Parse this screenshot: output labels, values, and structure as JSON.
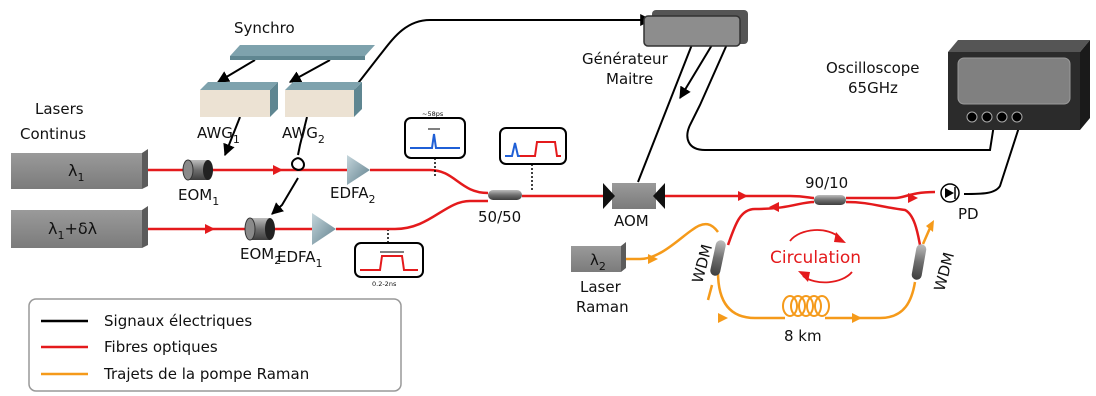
{
  "labels": {
    "synchro": "Synchro",
    "awg1": "AWG",
    "awg1_sub": "1",
    "awg2": "AWG",
    "awg2_sub": "2",
    "generateur_line1": "Générateur",
    "generateur_line2": "Maitre",
    "oscilloscope_line1": "Oscilloscope",
    "oscilloscope_line2": "65GHz",
    "lasers_line1": "Lasers",
    "lasers_line2": "Continus",
    "laser1": "λ",
    "laser1_sub": "1",
    "laser2_a": "λ",
    "laser2_sub": "1",
    "laser2_b": "+δλ",
    "eom1": "EOM",
    "eom1_sub": "1",
    "eom2": "EOM",
    "eom2_sub": "2",
    "edfa1": "EDFA",
    "edfa1_sub": "1",
    "edfa2": "EDFA",
    "edfa2_sub": "2",
    "pulse_width_top": "~58ps",
    "pulse_width_bottom": "0.2-2ns",
    "coupler_50": "50/50",
    "aom": "AOM",
    "coupler_90": "90/10",
    "pd": "PD",
    "laser_raman_box": "λ",
    "laser_raman_box_sub": "2",
    "laser_raman_line1": "Laser",
    "laser_raman_line2": "Raman",
    "wdm_left": "WDM",
    "wdm_right": "WDM",
    "circulation": "Circulation",
    "fiber_length": "8 km"
  },
  "legend": [
    {
      "label": "Signaux électriques",
      "color": "#000000"
    },
    {
      "label": "Fibres optiques",
      "color": "#e41a1c"
    },
    {
      "label": "Trajets de la pompe Raman",
      "color": "#f59a1a"
    }
  ],
  "colors": {
    "electrical": "#000000",
    "optical": "#e41a1c",
    "raman": "#f59a1a",
    "pulse_blue": "#1f5fd6"
  }
}
